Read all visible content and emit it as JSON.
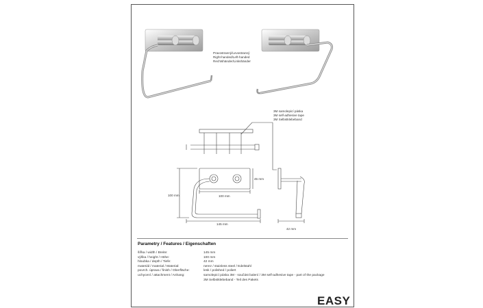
{
  "handedness": {
    "line1": "Pravostranný/Levostranný",
    "line2": "Right-handed/Left-handed",
    "line3": "Rechtshänder/Linkshänder"
  },
  "tape": {
    "line1": "3M samolepicí páska",
    "line2": "3M self-adhesive tape",
    "line3": "3M Selbstklebeband"
  },
  "dimensions": {
    "height": "100 mm",
    "plate_width": "100 mm",
    "plate_height": "45 mm",
    "width": "145 mm",
    "depth": "42 mm"
  },
  "parameters": {
    "title": "Parametry / Features / Eigenschaften",
    "rows": [
      {
        "label": "šířka / width / Breite:",
        "value": "145 mm"
      },
      {
        "label": "výška / height / Höhe:",
        "value": "100 mm"
      },
      {
        "label": "hloubka / depth / Tiefe:",
        "value": "42 mm"
      },
      {
        "label": "materiál / material / Material:",
        "value": "nerez / stainless steel / Edelstahl"
      },
      {
        "label": "povrch. úprava / finish / Oberfläche:",
        "value": "lesk / polished / poliert"
      },
      {
        "label": "uchycení / attachment / Anhang:",
        "value": "samolepicí páska 3M - součást balení / 3M self-adhesive tape - part of the package"
      },
      {
        "label": "",
        "value": "3M Selbstklebeband - Teil des Pakets"
      }
    ]
  },
  "brand": "EASY"
}
